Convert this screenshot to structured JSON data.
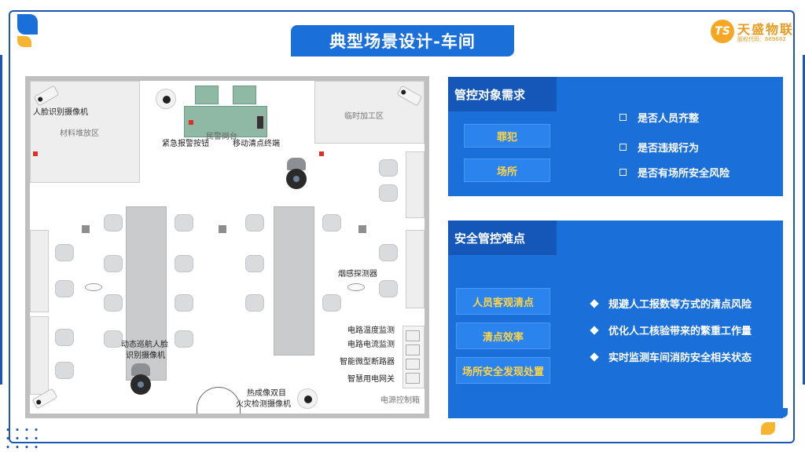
{
  "title": "典型场景设计-车间",
  "logo": {
    "mark": "TS",
    "name": "天盛物联",
    "sub": "股权代码：669682"
  },
  "floorplan": {
    "rooms": {
      "material": "材料堆放区",
      "temp": "临时加工区",
      "guard": "民警岗台",
      "power_box": "电源控制箱"
    },
    "labels": {
      "face_cam": "人脸识别摄像机",
      "alarm_button": "紧急报警按钮",
      "mobile_terminal": "移动清点终端",
      "smoke": "烟感探测器",
      "ptz_line1": "动态巡航人脸",
      "ptz_line2": "识别摄像机",
      "thermal_line1": "热成像双目",
      "thermal_line2": "火灾检测摄像机",
      "circuit_temp": "电路温度监测",
      "circuit_current": "电路电流监测",
      "breaker": "智能微型断路器",
      "gateway": "智慧用电网关"
    }
  },
  "card1": {
    "heading": "管控对象需求",
    "tags": [
      "罪犯",
      "场所"
    ],
    "items": [
      "是否人员齐整",
      "是否违规行为",
      "是否有场所安全风险"
    ]
  },
  "card2": {
    "heading": "安全管控难点",
    "tags": [
      "人员客观清点",
      "清点效率",
      "场所安全发现处置"
    ],
    "items": [
      "规避人工报数等方式的清点风险",
      "优化人工核验带来的繁重工作量",
      "实时监测车间消防安全相关状态"
    ]
  },
  "colors": {
    "primary": "#1a6fd9",
    "dark": "#1457b8",
    "accent": "#f5b530",
    "tag_text": "#ffd447"
  }
}
